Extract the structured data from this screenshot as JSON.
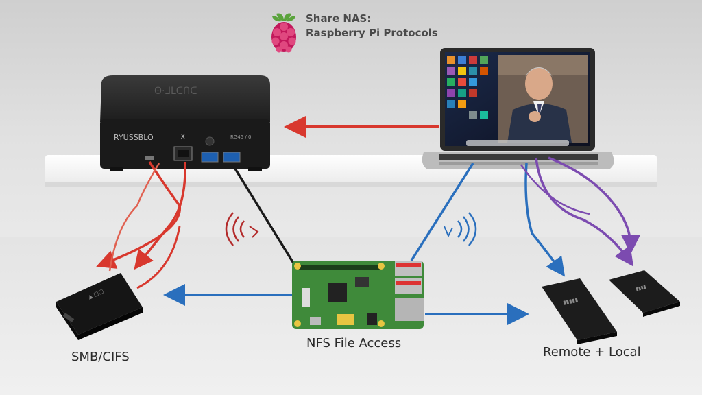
{
  "title": {
    "line1": "Share NAS:",
    "line2": "Raspberry Pi Protocols"
  },
  "devices": {
    "nas_box": {
      "brand_text": "RYUSSBLO",
      "panel_mark": "X",
      "port_text": "RG45 / 0"
    },
    "laptop": {
      "screen": "video-call"
    }
  },
  "labels": {
    "smb": "SMB/CIFS",
    "nfs": "NFS File Access",
    "remote_local": "Remote + Local"
  },
  "colors": {
    "red_arrow": "#d8382e",
    "blue_arrow": "#2a6fbd",
    "purple_arrow": "#7c4bb0",
    "black_cable": "#1a1a1a",
    "pcb_green": "#3f8a3a"
  }
}
